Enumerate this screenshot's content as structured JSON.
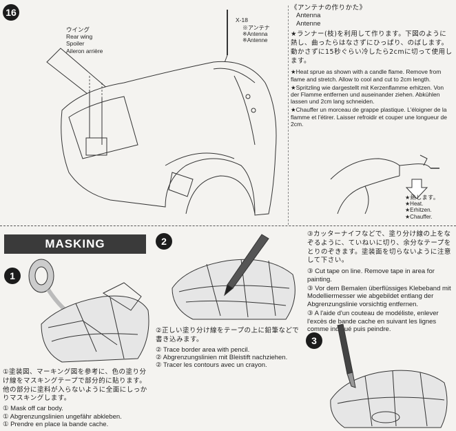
{
  "step16": {
    "number": "16",
    "wing_label": "ウイング\nRear wing\nSpoiler\nAileron arrière",
    "antenna_part": "X-18",
    "antenna_jp": "※アンテナ",
    "antenna_en": "※Antenna",
    "antenna_de": "※Antenne"
  },
  "antenna_howto": {
    "title_jp": "《アンテナの作りかた》",
    "title_en": "Antenna",
    "title_de": "Antenne",
    "body_jp": "★ランナー(枝)を利用して作ります。下図のように熱し、曲ったらはなさずにひっぱり、のばします。動かさずに15秒ぐらい冷したら2cmに切って使用します。",
    "en": "★Heat sprue as shown with a candle flame. Remove from flame and stretch. Allow to cool and cut to 2cm length.",
    "de": "★Spritzling wie dargestellt mit Kerzenflamme erhitzen. Von der Flamme entfernen und auseinander ziehen. Abkühlen lassen und 2cm lang schneiden.",
    "fr": "★Chauffer un morceau de grappe plastique. L'éloigner de la flamme et l'étirer. Laisser refroidir et couper une longueur de 2cm.",
    "heat_jp": "★熱します。",
    "heat_en": "★Heat.",
    "heat_de": "★Erhitzen.",
    "heat_fr": "★Chauffer."
  },
  "masking": {
    "header": "MASKING",
    "step1": {
      "number": "1",
      "jp": "①塗装図、マーキング図を参考に、色の塗り分け線をマスキングテープで部分的に貼ります。他の部分に塗料が入らないように全面にしっかりマスキングします。",
      "en": "① Mask off car body.",
      "de": "① Abgrenzungslinien ungefähr abkleben.",
      "fr": "① Prendre en place la bande cache."
    },
    "step2": {
      "number": "2",
      "jp": "②正しい塗り分け線をテープの上に鉛筆などで書き込みます。",
      "en": "② Trace border area with pencil.",
      "de": "② Abgrenzungslinien mit Bleistift nachziehen.",
      "fr": "② Tracer les contours avec un crayon."
    },
    "step3": {
      "number": "3",
      "jp": "③カッターナイフなどで、塗り分け線の上をなぞるように、ていねいに切り、余分なテープをとりのぞきます。塗装面を切らないように注意して下さい。",
      "en": "③ Cut tape on line. Remove tape in area for painting.",
      "de": "③ Vor dem Bemalen überflüssiges Klebeband mit Modelliermesser wie abgebildet entlang der Abgrenzungslinie vorsichtig entfernen.",
      "fr": "③ A l'aide d'un couteau de modéliste, enlever l'excès de bande cache en suivant les lignes comme indiqué puis peindre."
    }
  }
}
